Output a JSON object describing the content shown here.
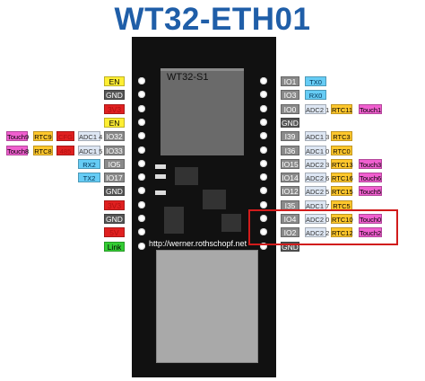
{
  "title": "WT32-ETH01",
  "module_label": "WT32-S1",
  "url": "http://werner.rothschopf.net",
  "colors": {
    "title": "#1f5ea8",
    "power": "#e02020",
    "power_text": "#b01010",
    "ground": "#555555",
    "io": "#8a8a8a",
    "control": "#ffee33",
    "uart": "#66ccf5",
    "adc": "#dde6f3",
    "rtc": "#ffc72c",
    "touch": "#f05fcf",
    "link": "#33cc33",
    "highlight": "#d11b1b"
  },
  "left_pins": [
    [
      {
        "text": "EN",
        "t": "control"
      }
    ],
    [
      {
        "text": "GND",
        "t": "ground"
      }
    ],
    [
      {
        "text": "3V3",
        "t": "power"
      }
    ],
    [
      {
        "text": "EN",
        "t": "control"
      }
    ],
    [
      {
        "text": "IO32",
        "t": "io"
      },
      {
        "text": "ADC1 4",
        "t": "adc"
      },
      {
        "text": "CFG",
        "t": "power"
      },
      {
        "text": "RTC9",
        "t": "rtc"
      },
      {
        "text": "Touch9",
        "t": "touch"
      }
    ],
    [
      {
        "text": "IO33",
        "t": "io"
      },
      {
        "text": "ADC1 5",
        "t": "adc"
      },
      {
        "text": "485",
        "t": "power"
      },
      {
        "text": "RTC8",
        "t": "rtc"
      },
      {
        "text": "Touch8",
        "t": "touch"
      }
    ],
    [
      {
        "text": "IO5",
        "t": "io"
      },
      {
        "text": "RX2",
        "t": "uart"
      }
    ],
    [
      {
        "text": "IO17",
        "t": "io"
      },
      {
        "text": "TX2",
        "t": "uart"
      }
    ],
    [
      {
        "text": "GND",
        "t": "ground"
      }
    ],
    [
      {
        "text": "3V3",
        "t": "power"
      }
    ],
    [
      {
        "text": "GND",
        "t": "ground"
      }
    ],
    [
      {
        "text": "5V",
        "t": "power"
      }
    ],
    [
      {
        "text": "Link",
        "t": "link"
      }
    ]
  ],
  "right_pins": [
    [
      {
        "text": "IO1",
        "t": "io"
      },
      {
        "text": "TX0",
        "t": "uart"
      }
    ],
    [
      {
        "text": "IO3",
        "t": "io"
      },
      {
        "text": "RX0",
        "t": "uart"
      }
    ],
    [
      {
        "text": "IO0",
        "t": "io"
      },
      {
        "text": "ADC2 1",
        "t": "adc"
      },
      {
        "text": "RTC11",
        "t": "rtc"
      },
      {
        "text": "Touch1",
        "t": "touch"
      }
    ],
    [
      {
        "text": "GND",
        "t": "ground"
      }
    ],
    [
      {
        "text": "I39",
        "t": "io"
      },
      {
        "text": "ADC1 3",
        "t": "adc"
      },
      {
        "text": "RTC3",
        "t": "rtc"
      }
    ],
    [
      {
        "text": "I36",
        "t": "io"
      },
      {
        "text": "ADC1 0",
        "t": "adc"
      },
      {
        "text": "RTC0",
        "t": "rtc"
      }
    ],
    [
      {
        "text": "IO15",
        "t": "io"
      },
      {
        "text": "ADC2 3",
        "t": "adc"
      },
      {
        "text": "RTC13",
        "t": "rtc"
      },
      {
        "text": "Touch3",
        "t": "touch"
      }
    ],
    [
      {
        "text": "IO14",
        "t": "io"
      },
      {
        "text": "ADC2 6",
        "t": "adc"
      },
      {
        "text": "RTC16",
        "t": "rtc"
      },
      {
        "text": "Touch6",
        "t": "touch"
      }
    ],
    [
      {
        "text": "IO12",
        "t": "io"
      },
      {
        "text": "ADC2 5",
        "t": "adc"
      },
      {
        "text": "RTC15",
        "t": "rtc"
      },
      {
        "text": "Touch5",
        "t": "touch"
      }
    ],
    [
      {
        "text": "I35",
        "t": "io"
      },
      {
        "text": "ADC1 7",
        "t": "adc"
      },
      {
        "text": "RTC5",
        "t": "rtc"
      }
    ],
    [
      {
        "text": "IO4",
        "t": "io"
      },
      {
        "text": "ADC2 0",
        "t": "adc"
      },
      {
        "text": "RTC10",
        "t": "rtc"
      },
      {
        "text": "Touch0",
        "t": "touch"
      }
    ],
    [
      {
        "text": "IO2",
        "t": "io"
      },
      {
        "text": "ADC2 2",
        "t": "adc"
      },
      {
        "text": "RTC12",
        "t": "rtc"
      },
      {
        "text": "Touch2",
        "t": "touch"
      }
    ],
    [
      {
        "text": "GND",
        "t": "ground"
      }
    ]
  ]
}
